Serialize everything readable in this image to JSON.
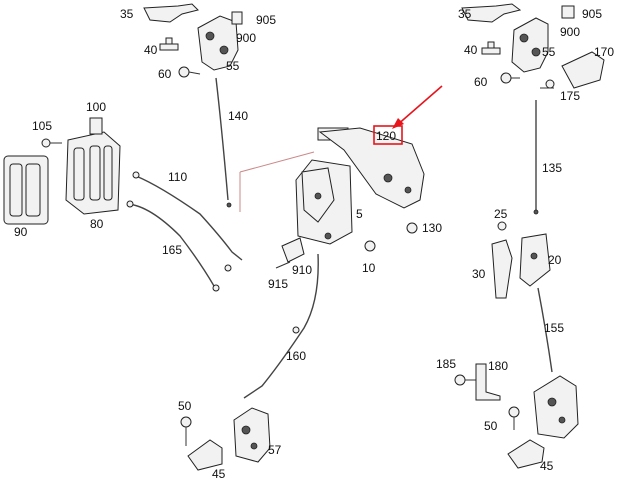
{
  "highlight_color": "#e8141c",
  "labels": {
    "l35a": "35",
    "l905a": "905",
    "l40a": "40",
    "l900a": "900",
    "l60a": "60",
    "l55a": "55",
    "l100": "100",
    "l105": "105",
    "l140": "140",
    "l110": "110",
    "l120": "120",
    "l90": "90",
    "l80": "80",
    "l165": "165",
    "l5": "5",
    "l130": "130",
    "l910": "910",
    "l915": "915",
    "l10": "10",
    "l160": "160",
    "l50a": "50",
    "l57": "57",
    "l45a": "45",
    "l35b": "35",
    "l905b": "905",
    "l40b": "40",
    "l900b": "900",
    "l55b": "55",
    "l170": "170",
    "l60b": "60",
    "l175": "175",
    "l135": "135",
    "l25": "25",
    "l30": "30",
    "l20": "20",
    "l155": "155",
    "l185": "185",
    "l180": "180",
    "l50b": "50",
    "l45b": "45"
  }
}
